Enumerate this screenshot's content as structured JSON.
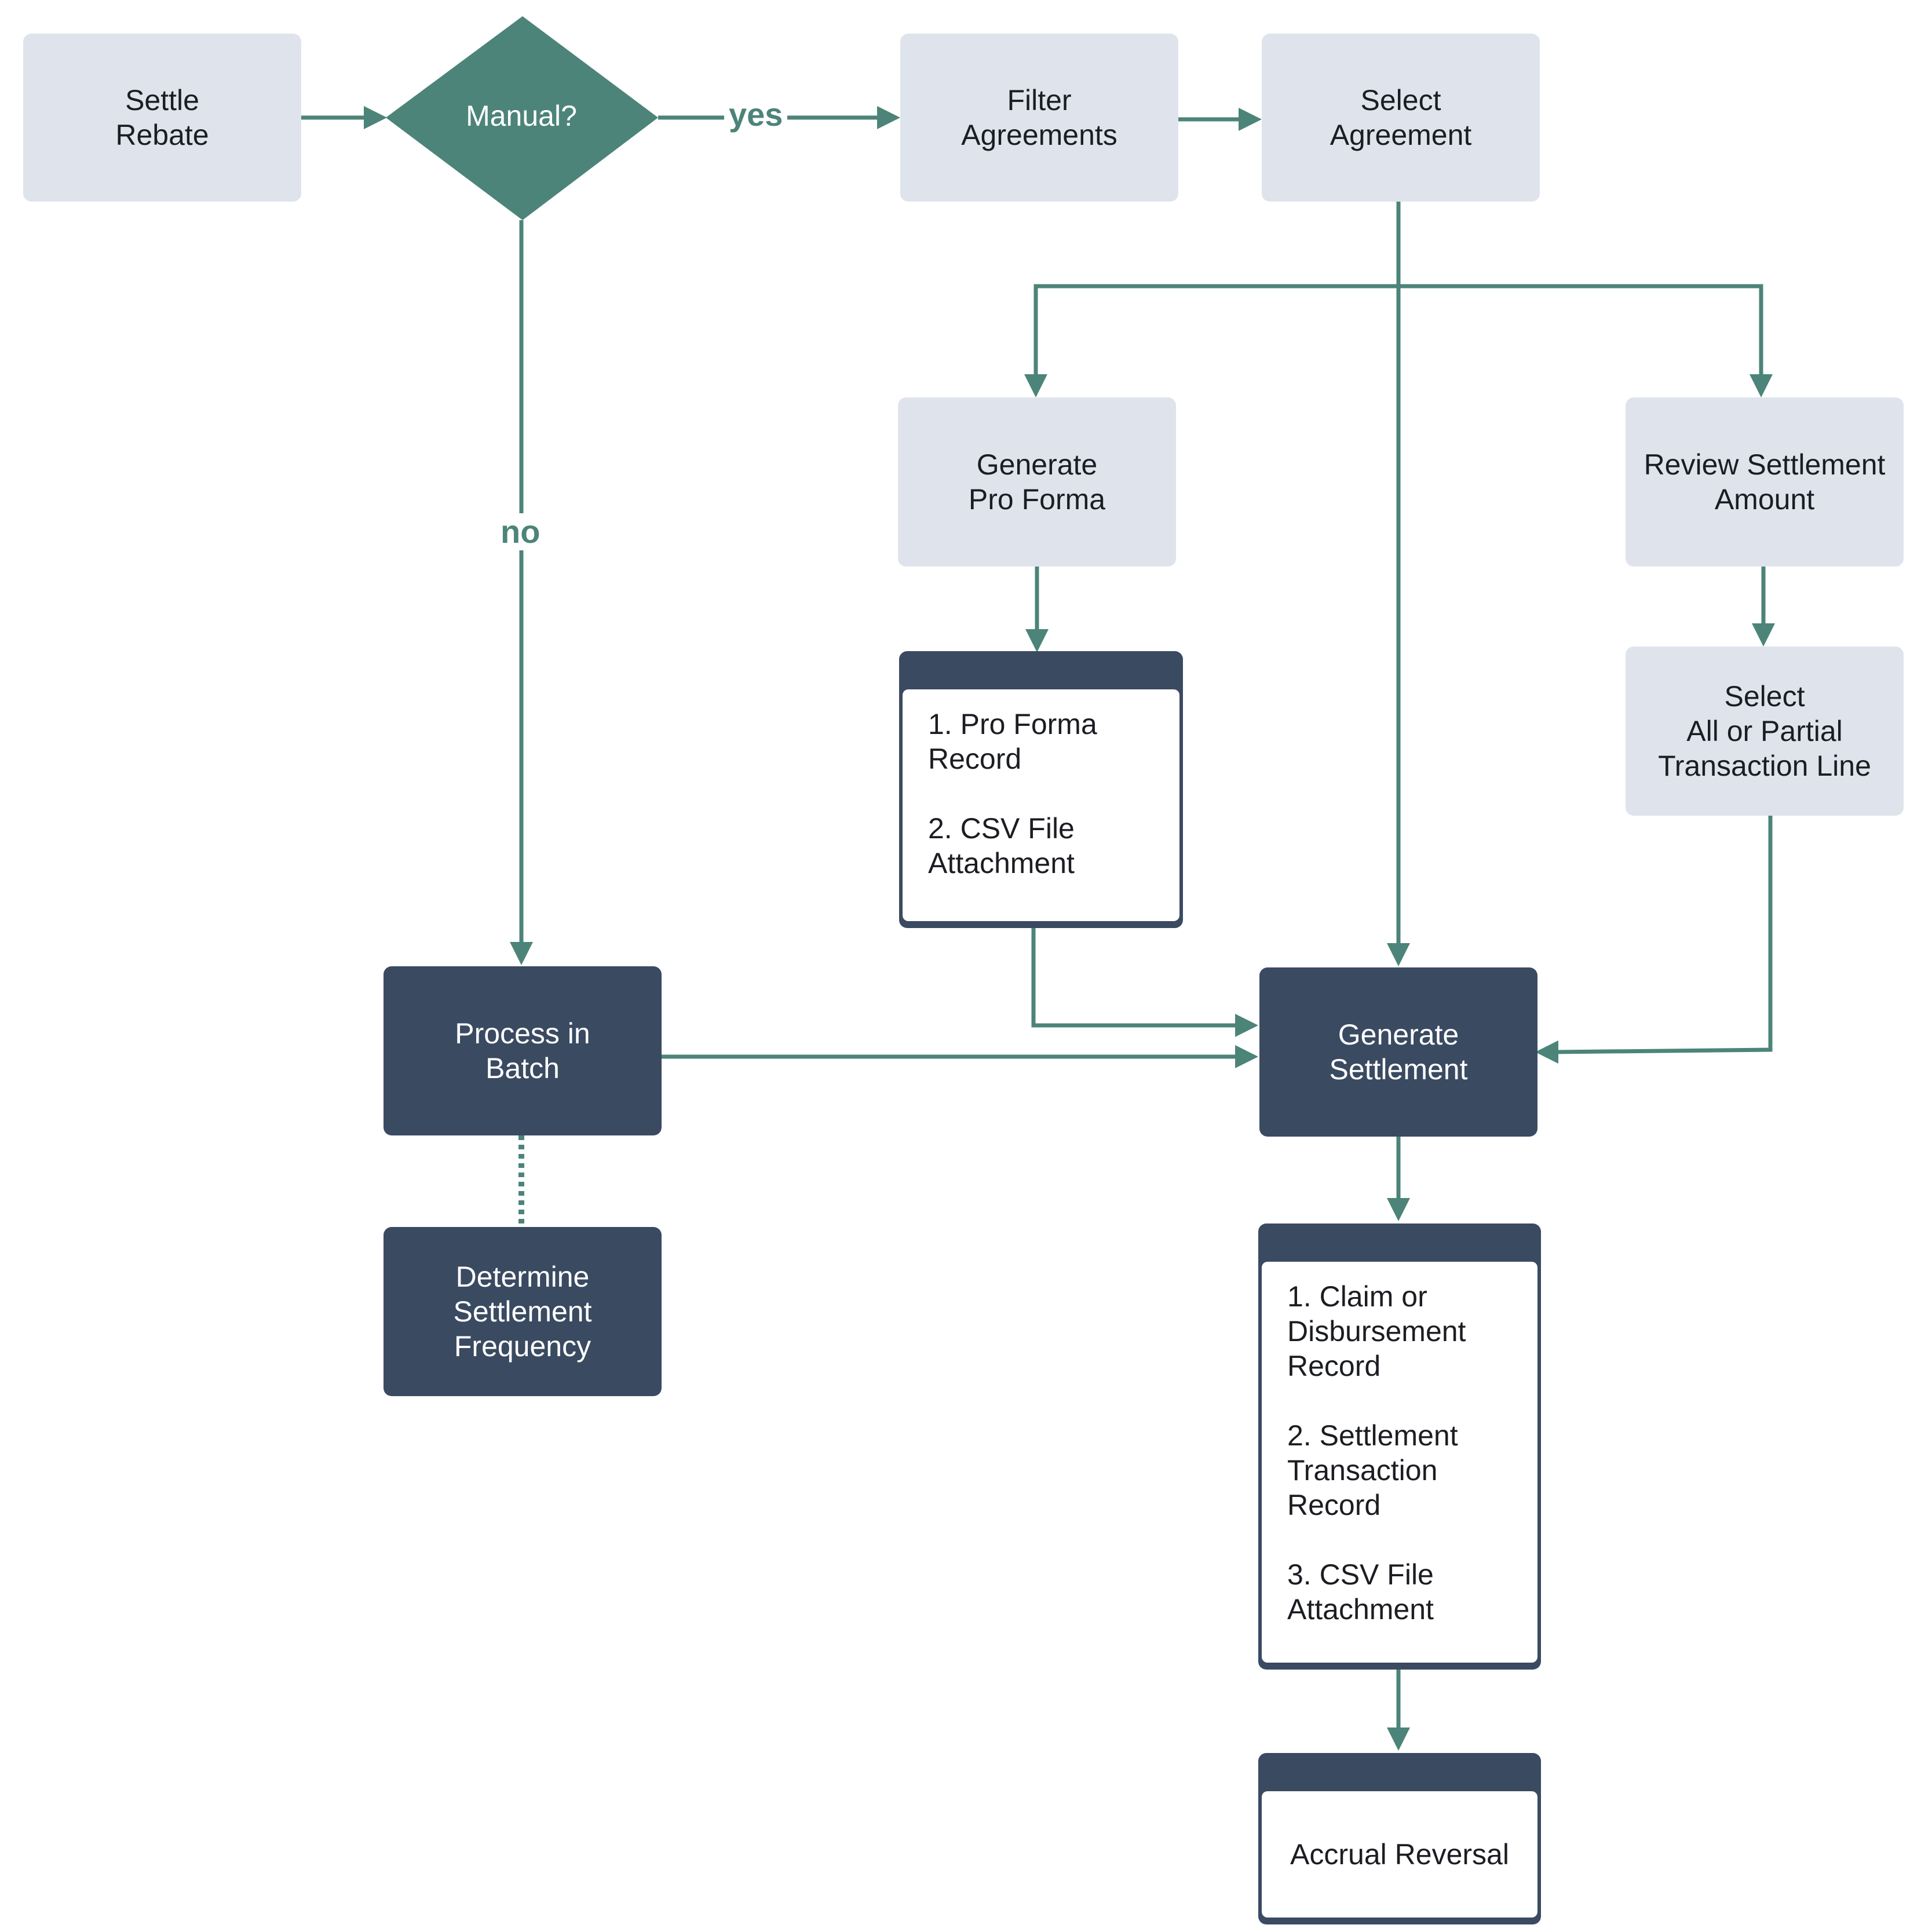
{
  "colors": {
    "light_node": "#dfe4ec",
    "dark_node": "#3a4a61",
    "connector": "#4c8479",
    "decision": "#4c8479"
  },
  "nodes": {
    "settle_rebate": "Settle\nRebate",
    "manual": "Manual?",
    "filter_agreements": "Filter\nAgreements",
    "select_agreement": "Select\nAgreement",
    "generate_pro_forma": "Generate\nPro Forma",
    "review_settlement": "Review Settlement\nAmount",
    "pro_forma_outputs": "1. Pro Forma\nRecord\n\n2. CSV File\nAttachment",
    "select_lines": "Select\nAll or Partial\nTransaction Line",
    "process_batch": "Process in\nBatch",
    "generate_settlement": "Generate\nSettlement",
    "determine_frequency": "Determine\nSettlement\nFrequency",
    "settlement_outputs": "1. Claim or\nDisbursement\nRecord\n\n2. Settlement\nTransaction\nRecord\n\n3. CSV File\nAttachment",
    "accrual_reversal": "Accrual Reversal"
  },
  "edge_labels": {
    "yes": "yes",
    "no": "no"
  }
}
